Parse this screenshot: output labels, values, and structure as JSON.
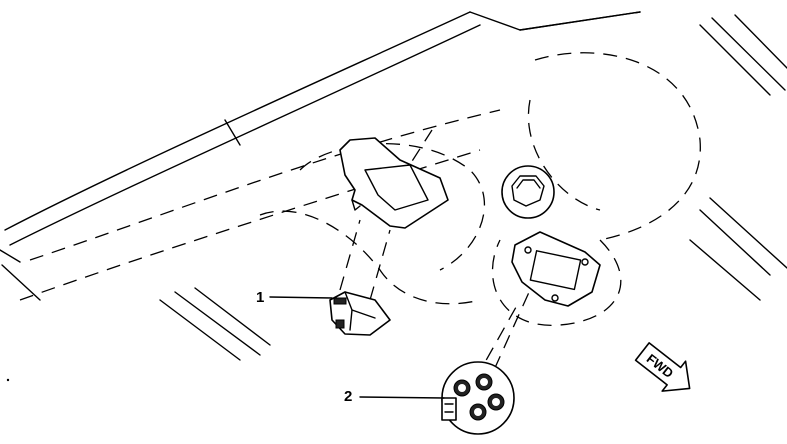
{
  "callouts": [
    {
      "number": "1",
      "part": "sensor-module"
    },
    {
      "number": "2",
      "part": "round-connector"
    }
  ],
  "direction_arrow": {
    "label": "FWD"
  }
}
